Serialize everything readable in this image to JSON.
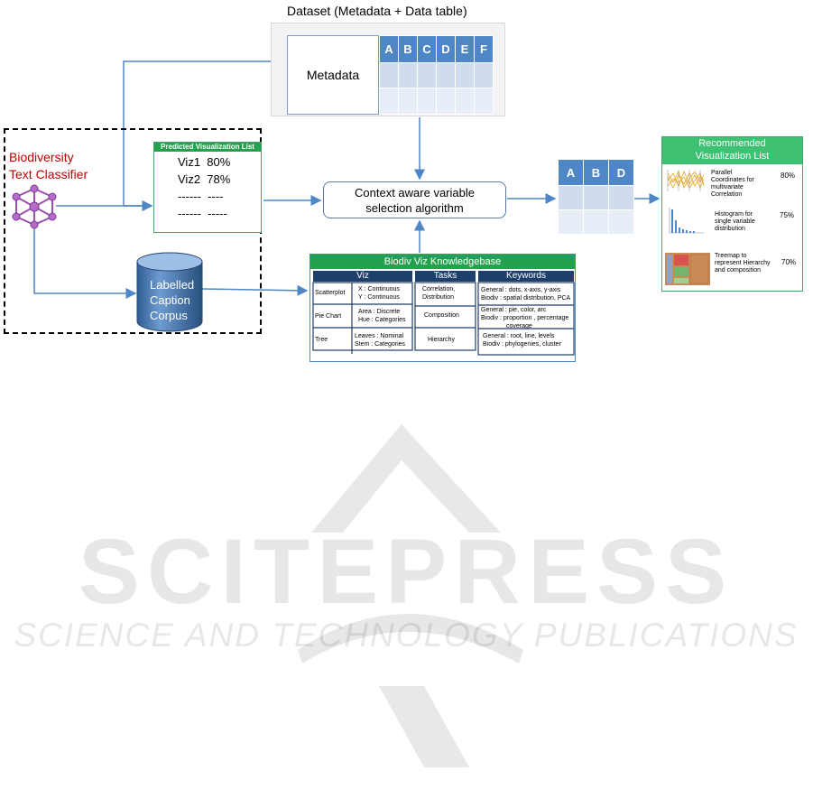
{
  "dataset": {
    "title": "Dataset (Metadata + Data table)",
    "metadata_label": "Metadata",
    "columns": [
      "A",
      "B",
      "C",
      "D",
      "E",
      "F"
    ]
  },
  "classifier": {
    "line1": "Biodiversity",
    "line2": "Text Classifier"
  },
  "predicted": {
    "title": "Predicted Visualization List",
    "lines": [
      "Viz1  80%",
      "Viz2  78%",
      "------  ----",
      "------  -----"
    ]
  },
  "corpus": {
    "line1": "Labelled",
    "line2": "Caption",
    "line3": "Corpus"
  },
  "algorithm": {
    "line1": "Context aware variable",
    "line2": "selection algorithm"
  },
  "selected_table": {
    "columns": [
      "A",
      "B",
      "D"
    ]
  },
  "knowledgebase": {
    "title": "Biodiv Viz Knowledgebase",
    "headers": [
      "Viz",
      "Tasks",
      "Keywords"
    ],
    "rows": [
      {
        "viz": "Scatterplot",
        "vars": [
          "X : Continuous",
          "Y : Continuous"
        ],
        "task": [
          "Correlation,",
          "Distribution"
        ],
        "keywords": [
          "General : dots, x-axis, y-axis",
          "Biodiv :  spatial distribution, PCA"
        ]
      },
      {
        "viz": "Pie Chart",
        "vars": [
          "Area : Discrete",
          "Hue   : Categories"
        ],
        "task": [
          "Composition"
        ],
        "keywords": [
          "General : pie, color, arc",
          "Biodiv :  proportion , percentage",
          "coverage"
        ]
      },
      {
        "viz": "Tree",
        "vars": [
          "Leaves : Nominal",
          "Stem    : Categories"
        ],
        "task": [
          "Hierarchy"
        ],
        "keywords": [
          "General : root, line, levels",
          "Biodiv :  phylogenies, cluster"
        ]
      }
    ]
  },
  "recommended": {
    "title_line1": "Recommended",
    "title_line2": "Visualization  List",
    "items": [
      {
        "text": [
          "Parallel",
          "Coordinates for",
          "multivariate",
          "Correlation"
        ],
        "pct": "80%",
        "icon": "parallel-coordinates-icon"
      },
      {
        "text": [
          "Histogram for",
          "single variable",
          "distribution"
        ],
        "pct": "75%",
        "icon": "histogram-icon"
      },
      {
        "text": [
          "Treemap to",
          "represent Hierarchy",
          "and composition"
        ],
        "pct": "70%",
        "icon": "treemap-icon"
      }
    ]
  },
  "watermark": {
    "line1": "SCITEPRESS",
    "line2": "SCIENCE AND TECHNOLOGY PUBLICATIONS"
  },
  "colors": {
    "arrow": "#4f86c6",
    "green": "#23a24d",
    "red_text": "#c00000",
    "header_blue": "#4f86c6",
    "navy": "#1f3f6b",
    "network": "#9c4fb0"
  }
}
